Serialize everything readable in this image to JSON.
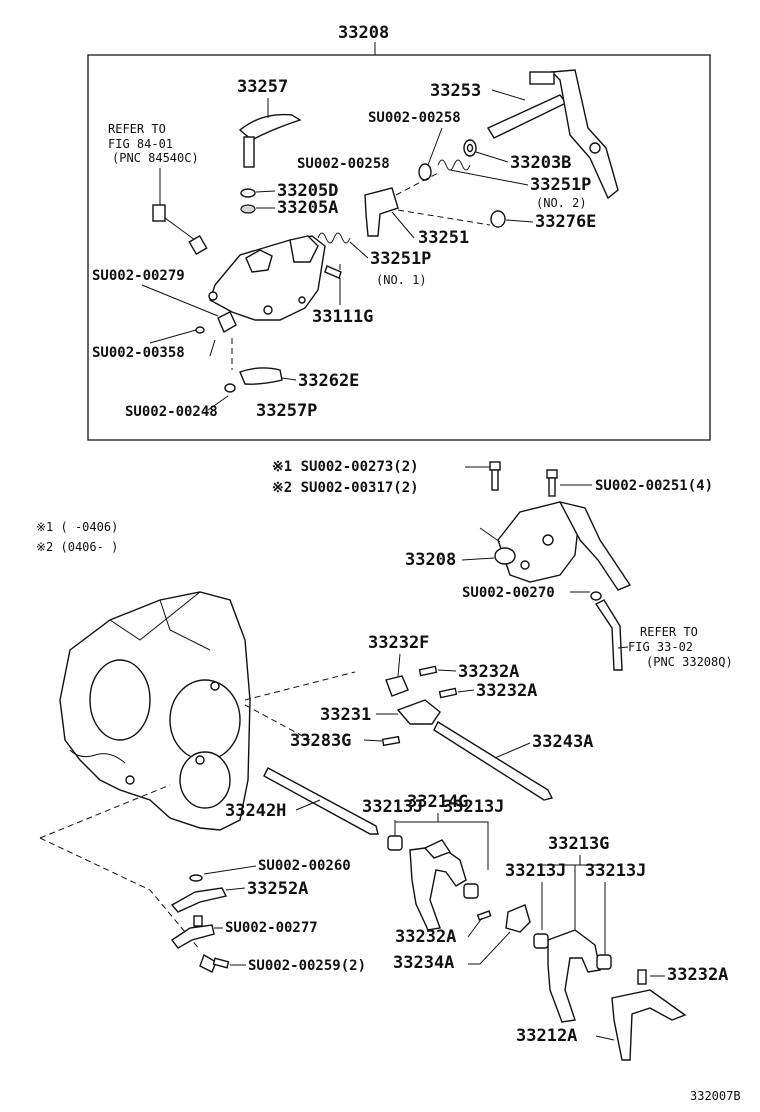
{
  "labels": {
    "assy_33208_top": "33208",
    "p33257": "33257",
    "p33253": "33253",
    "su258_a": "SU002-00258",
    "p33203b": "33203B",
    "su258_b": "SU002-00258",
    "p33251p_no2": "33251P",
    "no2": "(NO. 2)",
    "p33205d": "33205D",
    "p33205a": "33205A",
    "p33276e": "33276E",
    "p33251": "33251",
    "p33251p_no1": "33251P",
    "no1": "(NO. 1)",
    "su279": "SU002-00279",
    "p33111g": "33111G",
    "su358": "SU002-00358",
    "p33262e": "33262E",
    "su248": "SU002-00248",
    "p33257p": "33257P",
    "su273": "※1 SU002-00273(2)",
    "su317": "※2 SU002-00317(2)",
    "su251": "SU002-00251(4)",
    "note1": "※1 (      -0406)",
    "note2": "※2 (0406-      )",
    "assy_33208_mid": "33208",
    "su270": "SU002-00270",
    "p33232f": "33232F",
    "p33232a_1": "33232A",
    "p33232a_2": "33232A",
    "p33231": "33231",
    "p33283g": "33283G",
    "p33243a": "33243A",
    "p33214g": "33214G",
    "p33242h": "33242H",
    "p33213j_1": "33213J",
    "p33213j_2": "33213J",
    "su260": "SU002-00260",
    "p33213g": "33213G",
    "p33252a": "33252A",
    "p33213j_3": "33213J",
    "p33213j_4": "33213J",
    "su277": "SU002-00277",
    "p33232a_3": "33232A",
    "p33232a_4": "33232A",
    "p33234a": "33234A",
    "su259": "SU002-00259(2)",
    "p33212a": "33212A",
    "code": "332007B"
  },
  "refer_top": {
    "line1": "REFER TO",
    "line2": "FIG 84-01",
    "line3": "(PNC 84540C)"
  },
  "refer_mid": {
    "line1": "REFER TO",
    "line2": "FIG 33-02",
    "line3": "(PNC 33208Q)"
  }
}
